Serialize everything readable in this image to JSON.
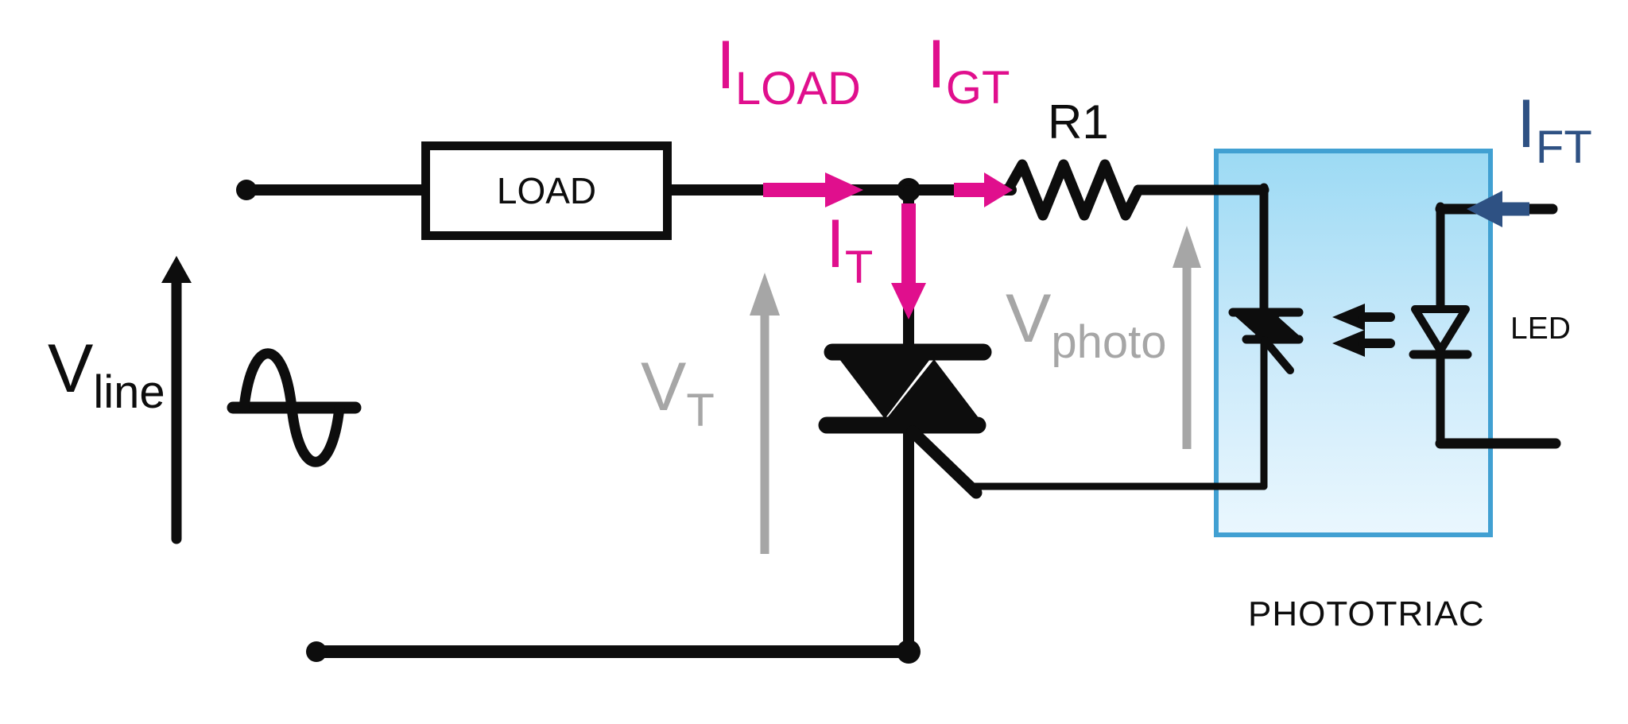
{
  "title": "Phototriac driven triac dimmer circuit",
  "colors": {
    "black": "#0d0d0d",
    "magenta": "#e00f8d",
    "dark_blue": "#2e5183",
    "gray": "#a6a6a6",
    "box_border": "#41a0d2",
    "box_fill_top": "#9cdaf4",
    "box_fill_mid": "#c9e9fa",
    "box_fill_bottom": "#eaf7fe",
    "background": "#ffffff"
  },
  "labels": {
    "v_line": {
      "main": "V",
      "sub": "line"
    },
    "i_load": {
      "main": "I",
      "sub": "LOAD"
    },
    "i_gt": {
      "main": "I",
      "sub": "GT"
    },
    "i_t": {
      "main": "I",
      "sub": "T"
    },
    "r1": {
      "text": "R1"
    },
    "v_t": {
      "main": "V",
      "sub": "T"
    },
    "v_photo": {
      "main": "V",
      "sub": "photo"
    },
    "i_ft": {
      "main": "I",
      "sub": "FT"
    },
    "load": {
      "text": "LOAD"
    },
    "led": {
      "text": "LED"
    },
    "phototriac": {
      "text": "PHOTOTRIAC"
    }
  }
}
